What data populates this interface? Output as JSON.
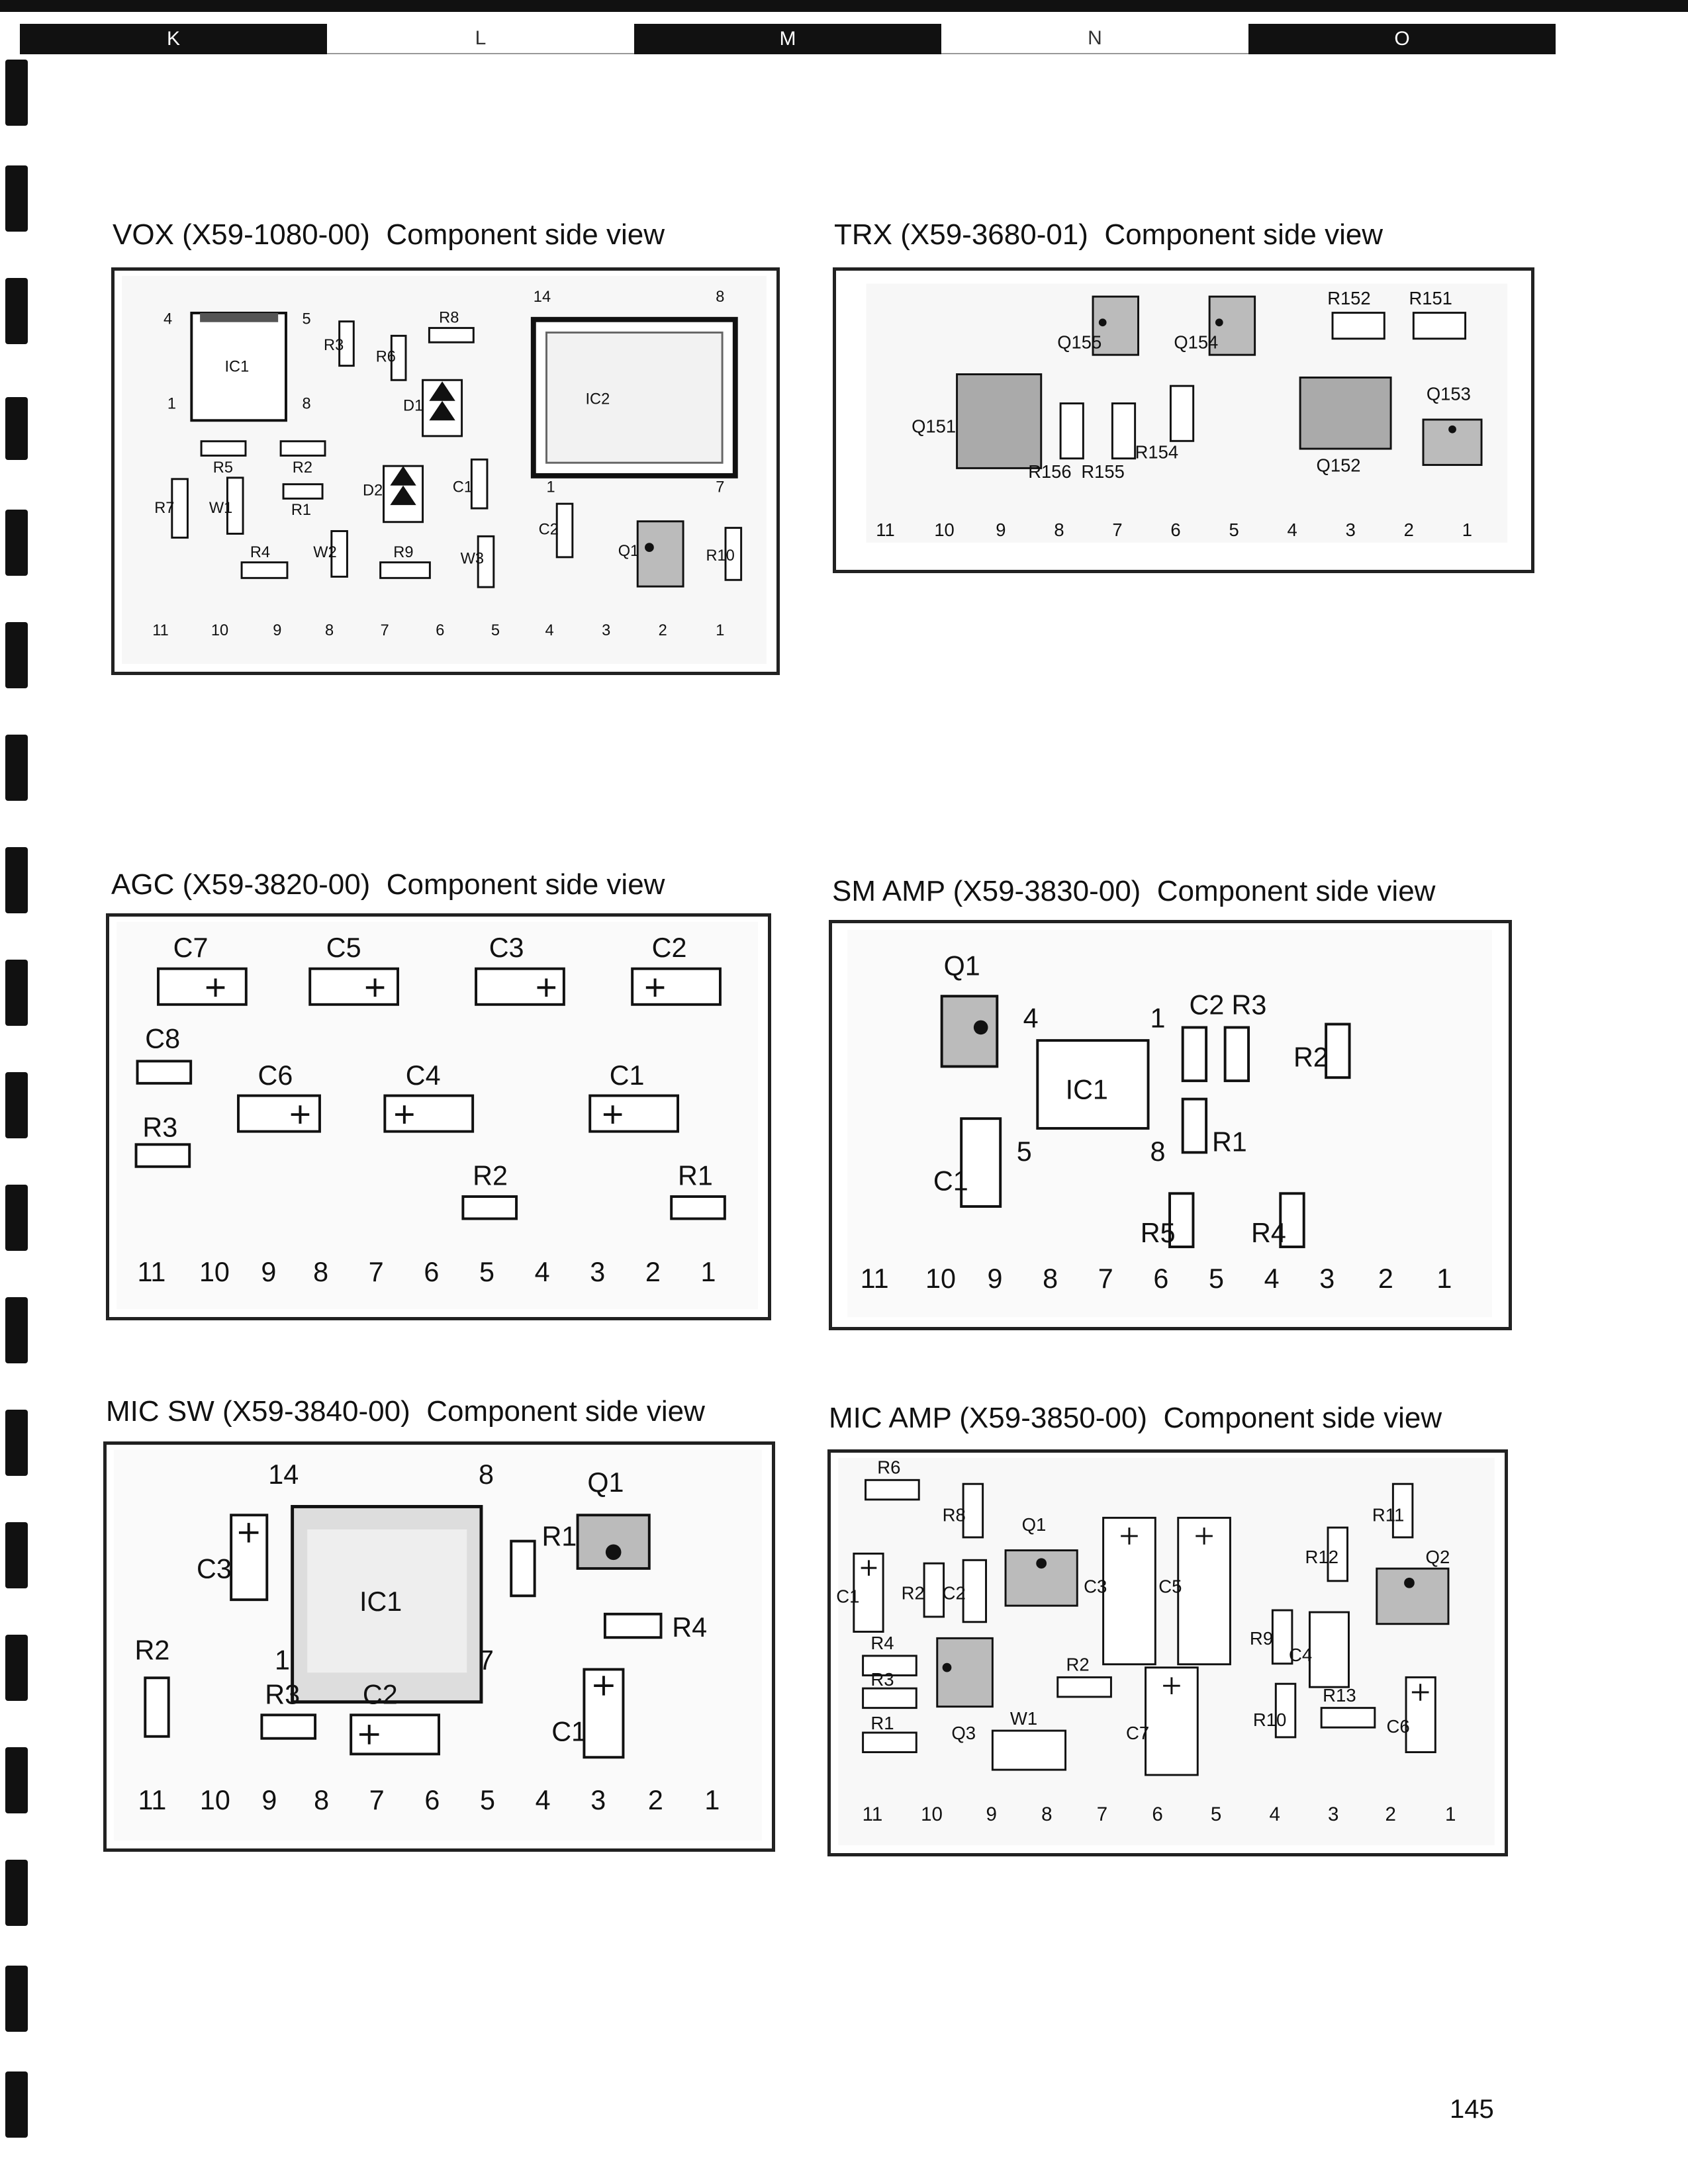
{
  "header": {
    "columns": [
      "K",
      "L",
      "M",
      "N",
      "O"
    ]
  },
  "page_number": "145",
  "boards": {
    "vox": {
      "name": "VOX",
      "code": "(X59-1080-00)",
      "view": "Component side view",
      "components": [
        "IC1",
        "IC2",
        "R3",
        "R6",
        "R8",
        "D1",
        "D2",
        "R5",
        "R2",
        "R1",
        "R7",
        "W1",
        "W2",
        "W3",
        "C1",
        "C2",
        "Q1",
        "R10",
        "R4",
        "R9"
      ],
      "pin_labels": [
        "4",
        "5",
        "1",
        "8",
        "14",
        "8",
        "1",
        "7"
      ],
      "pins": [
        "11",
        "10",
        "9",
        "8",
        "7",
        "6",
        "5",
        "4",
        "3",
        "2",
        "1"
      ]
    },
    "trx": {
      "name": "TRX",
      "code": "(X59-3680-01)",
      "view": "Component side view",
      "components": [
        "Q155",
        "Q154",
        "R152",
        "R151",
        "Q151",
        "R156",
        "R155",
        "R154",
        "Q153",
        "Q152"
      ],
      "pins": [
        "11",
        "10",
        "9",
        "8",
        "7",
        "6",
        "5",
        "4",
        "3",
        "2",
        "1"
      ]
    },
    "agc": {
      "name": "AGC",
      "code": "(X59-3820-00)",
      "view": "Component side view",
      "components": [
        "C7",
        "C5",
        "C3",
        "C2",
        "C8",
        "C6",
        "C4",
        "C1",
        "R3",
        "R2",
        "R1"
      ],
      "pins": [
        "11",
        "10",
        "9",
        "8",
        "7",
        "6",
        "5",
        "4",
        "3",
        "2",
        "1"
      ]
    },
    "smamp": {
      "name": "SM AMP",
      "code": "(X59-3830-00)",
      "view": "Component side view",
      "components": [
        "Q1",
        "C2",
        "R3",
        "R2",
        "IC1",
        "C1",
        "R1",
        "R5",
        "R4"
      ],
      "pin_labels": [
        "4",
        "1",
        "5",
        "8"
      ],
      "pins": [
        "11",
        "10",
        "9",
        "8",
        "7",
        "6",
        "5",
        "4",
        "3",
        "2",
        "1"
      ]
    },
    "micsw": {
      "name": "MIC SW",
      "code": "(X59-3840-00)",
      "view": "Component side view",
      "components": [
        "Q1",
        "C3",
        "IC1",
        "R1",
        "R4",
        "R2",
        "R3",
        "C2",
        "C1"
      ],
      "pin_labels": [
        "14",
        "8",
        "1",
        "7"
      ],
      "pins": [
        "11",
        "10",
        "9",
        "8",
        "7",
        "6",
        "5",
        "4",
        "3",
        "2",
        "1"
      ]
    },
    "micamp": {
      "name": "MIC AMP",
      "code": "(X59-3850-00)",
      "view": "Component side view",
      "components": [
        "R6",
        "R8",
        "R11",
        "Q1",
        "C1",
        "R2",
        "C2",
        "C3",
        "C5",
        "R12",
        "Q2",
        "R9",
        "C4",
        "R4",
        "R3",
        "R1",
        "Q3",
        "W1",
        "R2",
        "C7",
        "R10",
        "R13",
        "C6"
      ],
      "pins": [
        "11",
        "10",
        "9",
        "8",
        "7",
        "6",
        "5",
        "4",
        "3",
        "2",
        "1"
      ]
    }
  }
}
